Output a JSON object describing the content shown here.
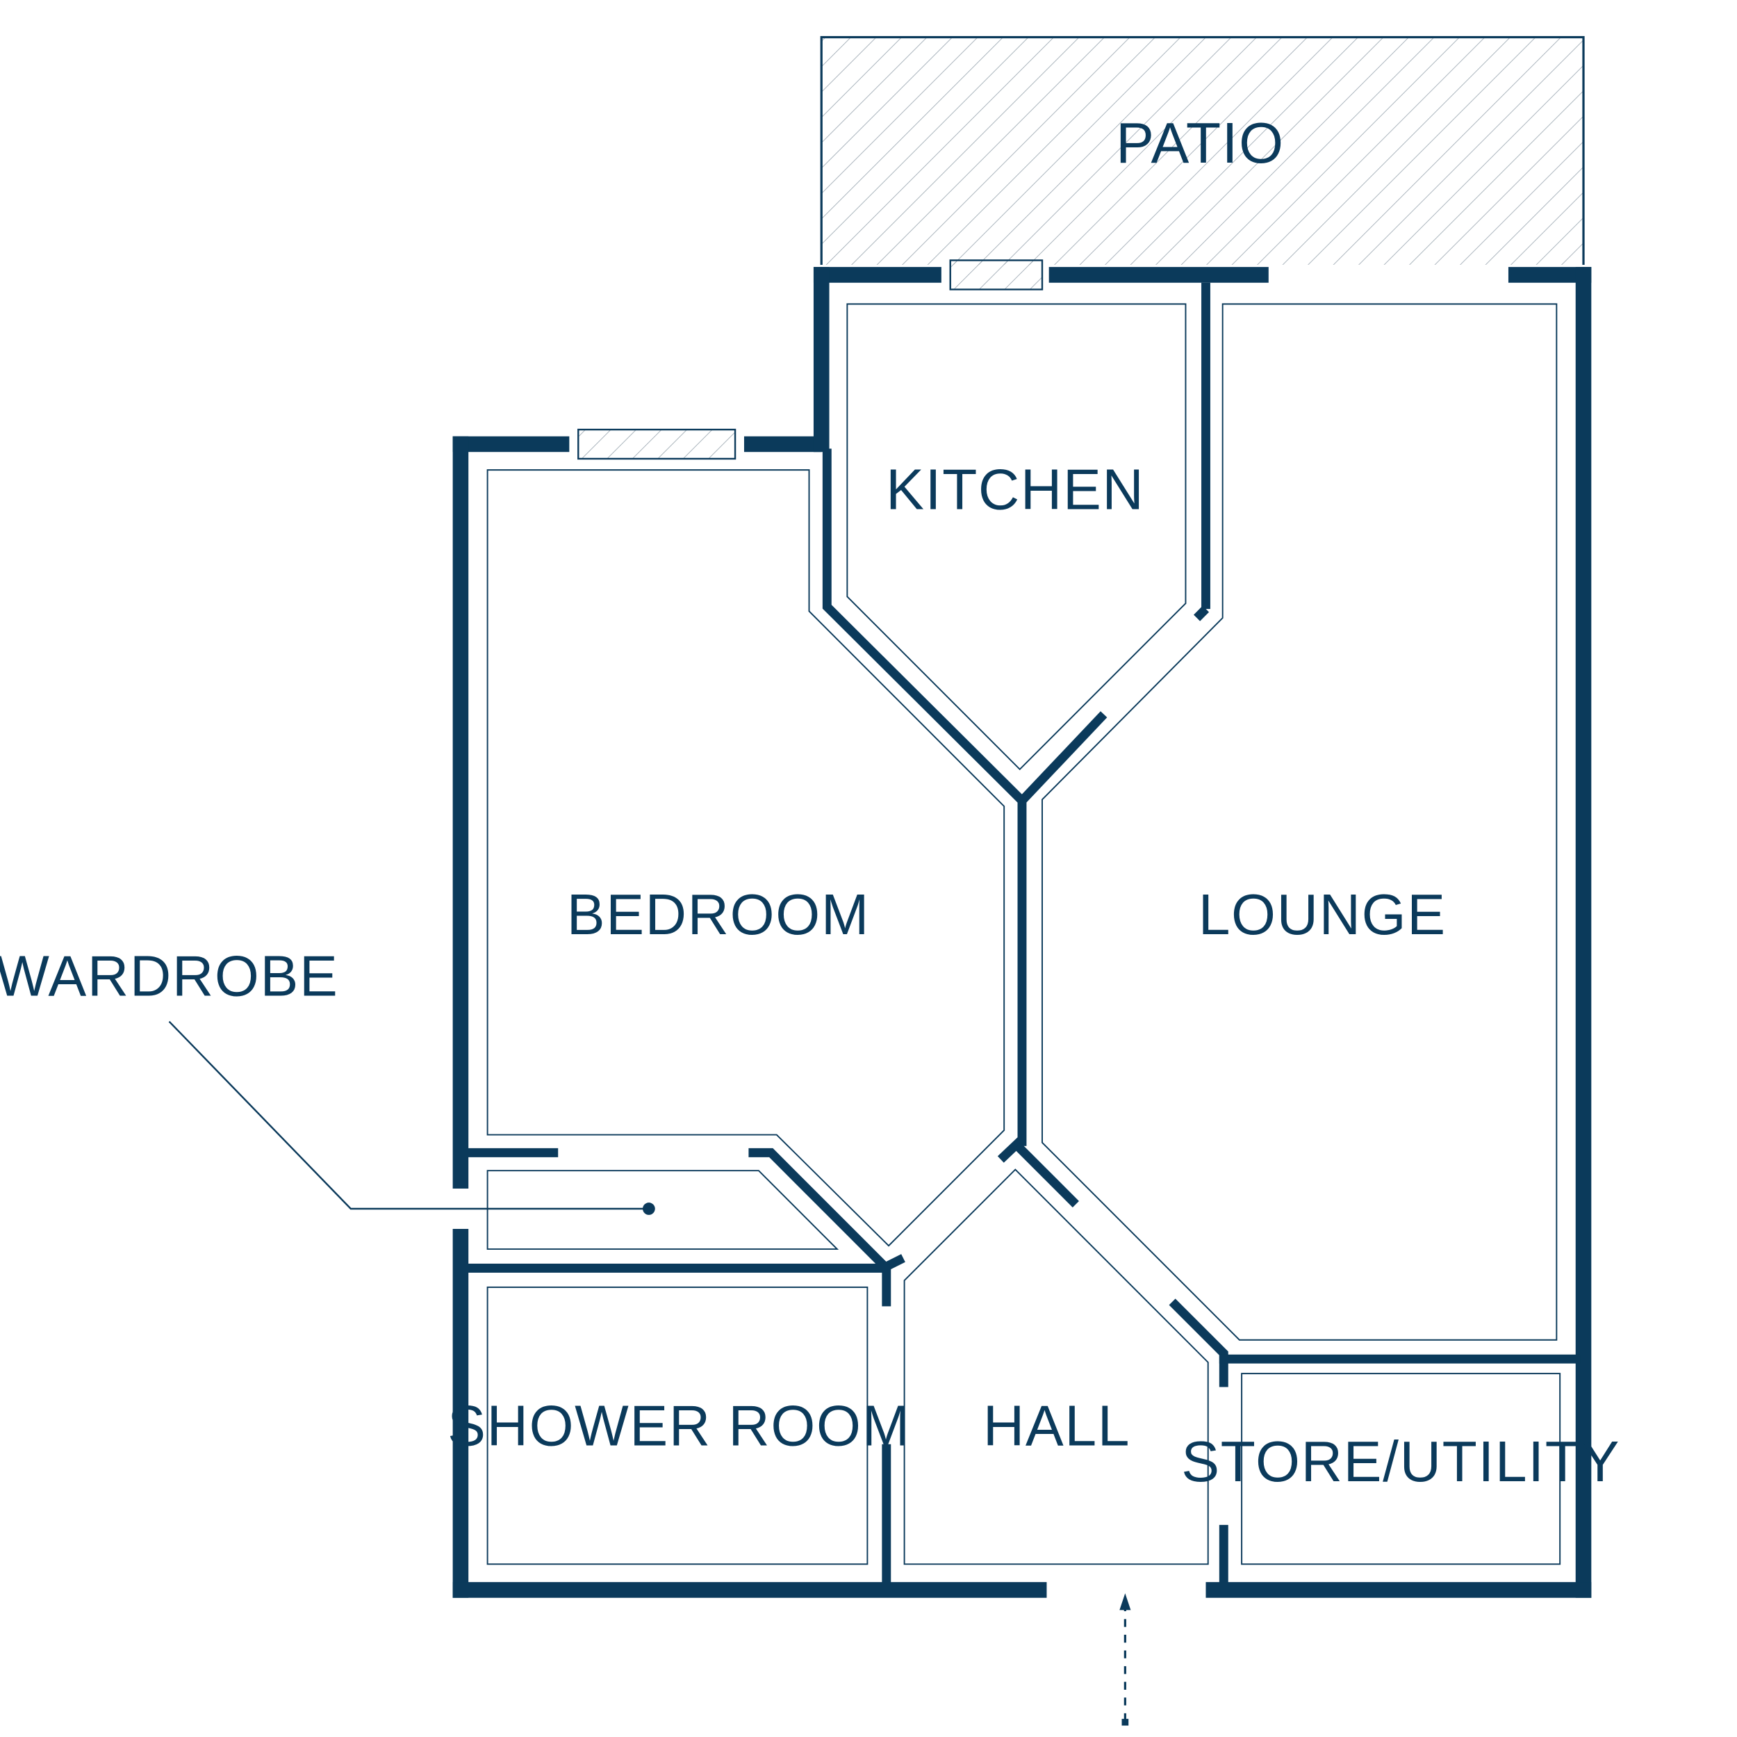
{
  "colors": {
    "wall": "#0b3a5b",
    "line": "#0b3a5b",
    "hatch": "#9aa6b0",
    "background": "#ffffff"
  },
  "rooms": {
    "patio": "PATIO",
    "kitchen": "KITCHEN",
    "bedroom": "BEDROOM",
    "lounge": "LOUNGE",
    "wardrobe": "WARDROBE",
    "shower_room": "SHOWER ROOM",
    "hall": "HALL",
    "store_utility": "STORE/UTILITY"
  },
  "icons": {
    "entrance": "arrow-up-icon"
  }
}
